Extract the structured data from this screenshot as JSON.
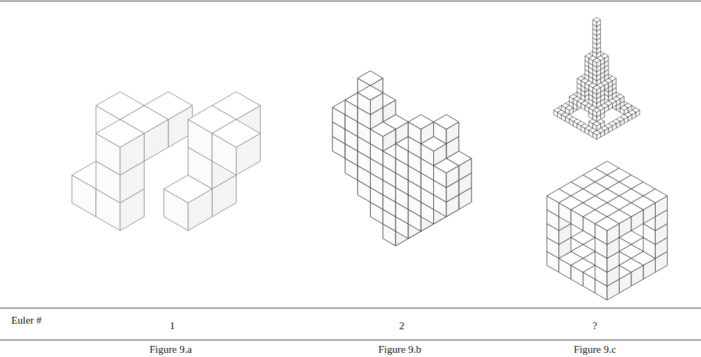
{
  "diagram": {
    "labels": [
      "Euler #",
      "1",
      "2",
      "?",
      "Figure 9.a",
      "Figure 9.b",
      "Figure 9.c"
    ]
  }
}
